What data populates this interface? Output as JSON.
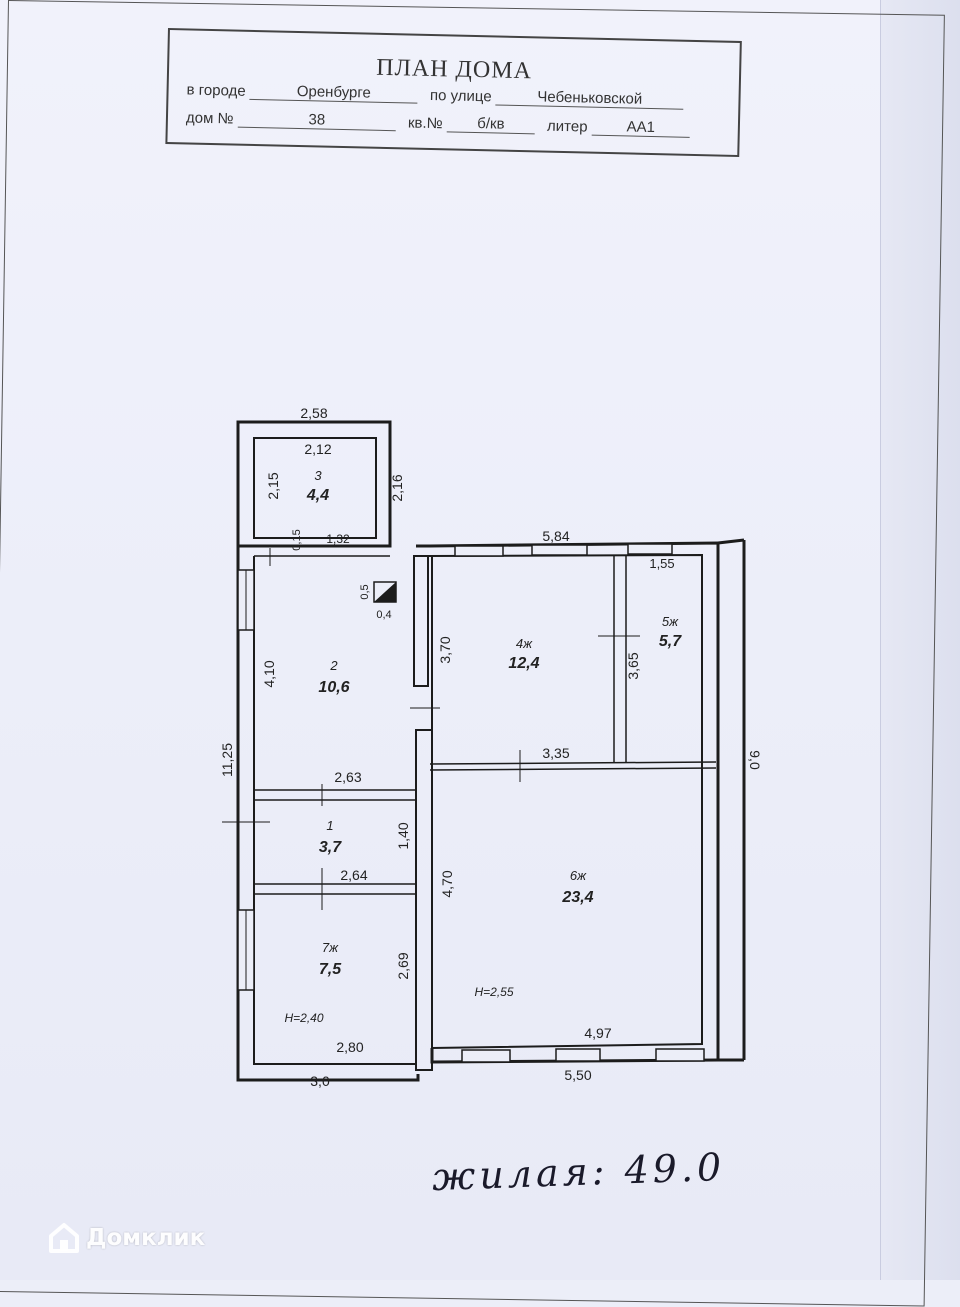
{
  "header": {
    "title": "ПЛАН ДОМА",
    "city_label": "в городе",
    "city": "Оренбурге",
    "street_label": "по улице",
    "street": "Чебеньковской",
    "house_label": "дом №",
    "house": "38",
    "apt_label": "кв.№",
    "apt": "б/кв",
    "liter_label": "литер",
    "liter": "АА1"
  },
  "plan": {
    "rooms": [
      {
        "num": "3",
        "area": "4,4"
      },
      {
        "num": "2",
        "area": "10,6"
      },
      {
        "num": "1",
        "area": "3,7"
      },
      {
        "num": "7ж",
        "area": "7,5"
      },
      {
        "num": "4ж",
        "area": "12,4"
      },
      {
        "num": "5ж",
        "area": "5,7"
      },
      {
        "num": "6ж",
        "area": "23,4"
      }
    ],
    "dims": {
      "top_outer": "2,58",
      "room3_width": "2,12",
      "room3_left": "2,15",
      "room3_right": "2,16",
      "wall_015": "0,15",
      "width_132": "1,32",
      "stair_05": "0,5",
      "stair_04": "0,4",
      "top_584": "5,84",
      "room5_width": "1,55",
      "room2_height": "4,10",
      "room4_height": "3,70",
      "room5_height": "3,65",
      "left_total": "11,25",
      "room2_width": "2,63",
      "mid_width": "3,35",
      "right_total": "9,0",
      "room1_height": "1,40",
      "room1_width": "2,64",
      "room6_height": "4,70",
      "room7_height": "2,69",
      "room7_width": "2,80",
      "room6_width": "4,97",
      "bottom_left": "3,0",
      "bottom_right": "5,50"
    },
    "heights": {
      "left": "H=2,40",
      "right": "H=2,55"
    }
  },
  "handwritten_note": "жилая: 49.0",
  "watermark": {
    "text": "Домклик",
    "icon": "house-logo-icon"
  }
}
